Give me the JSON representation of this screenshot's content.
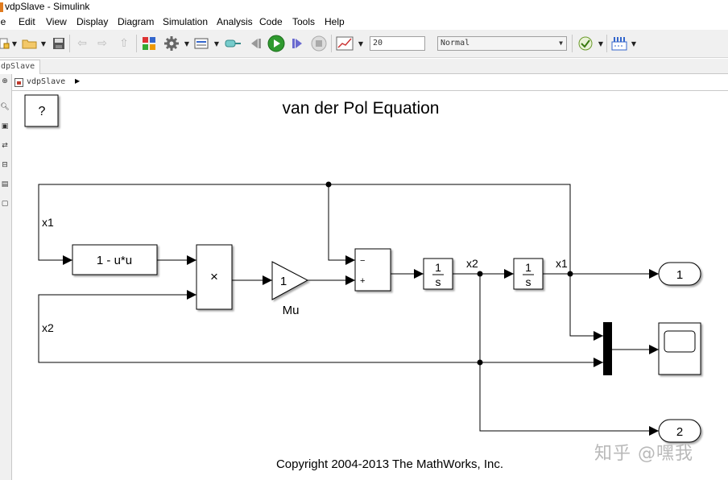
{
  "window": {
    "title": "vdpSlave - Simulink"
  },
  "menu": [
    "le",
    "Edit",
    "View",
    "Display",
    "Diagram",
    "Simulation",
    "Analysis",
    "Code",
    "Tools",
    "Help"
  ],
  "toolbar": {
    "icons": [
      "new-model-icon",
      "open-icon",
      "save-icon",
      "back-icon",
      "forward-icon",
      "up-icon",
      "library-browser-icon",
      "model-config-icon",
      "model-explorer-icon",
      "step-back-icon",
      "run-icon",
      "step-forward-icon",
      "stop-icon",
      "scope-icon",
      "check-icon",
      "build-icon"
    ],
    "stop_time": "20",
    "sim_mode": "Normal"
  },
  "tab": {
    "label": "dpSlave"
  },
  "breadcrumb": {
    "label": "vdpSlave"
  },
  "diagram": {
    "title": "van der Pol Equation",
    "help_block": "?",
    "fcn_block": "1 - u*u",
    "product_symbol": "×",
    "gain_value": "1",
    "gain_label": "Mu",
    "sum_signs": [
      "−",
      "+"
    ],
    "integrator_num": "1",
    "integrator_den": "s",
    "signal_x1": "x1",
    "signal_x2": "x2",
    "outport_1": "1",
    "outport_2": "2",
    "copyright": "Copyright 2004-2013 The MathWorks, Inc."
  },
  "watermark": "知乎 @嘿我",
  "colors": {
    "toolbar_bg": "#f0f0f0",
    "run_green": "#2f9a2f",
    "block_stroke": "#000000"
  }
}
